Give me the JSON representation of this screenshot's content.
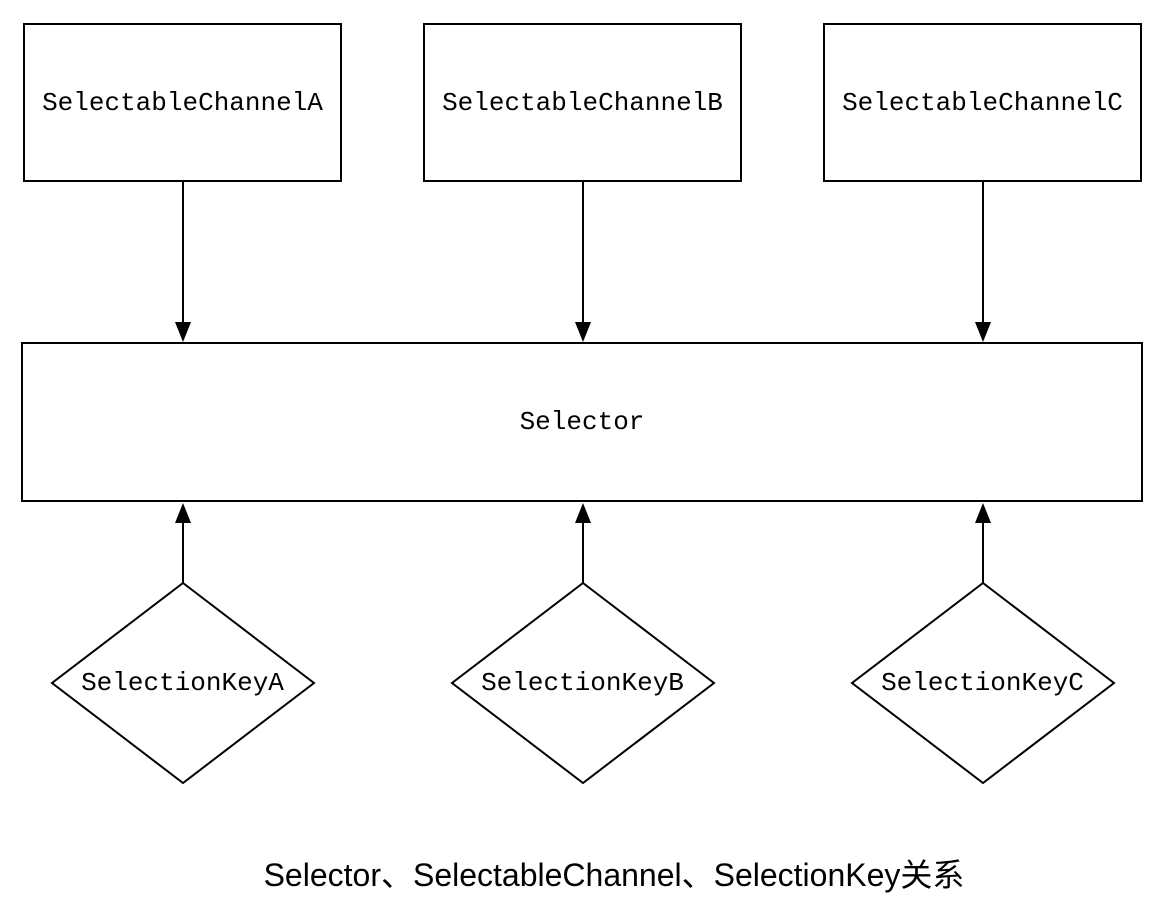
{
  "diagram": {
    "channels": [
      {
        "label": "SelectableChannelA"
      },
      {
        "label": "SelectableChannelB"
      },
      {
        "label": "SelectableChannelC"
      }
    ],
    "selector": {
      "label": "Selector"
    },
    "keys": [
      {
        "label": "SelectionKeyA"
      },
      {
        "label": "SelectionKeyB"
      },
      {
        "label": "SelectionKeyC"
      }
    ],
    "caption": "Selector、SelectableChannel、SelectionKey关系",
    "colors": {
      "stroke": "#000000",
      "fill": "#ffffff",
      "text": "#000000",
      "background": "#ffffff"
    }
  }
}
